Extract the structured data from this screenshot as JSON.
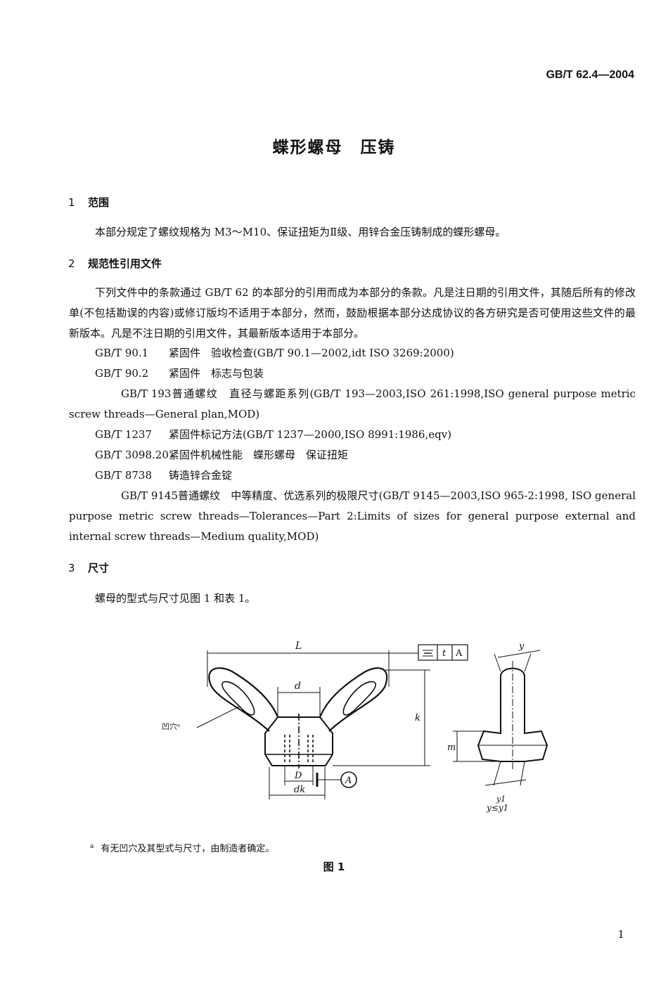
{
  "header": {
    "standard_number": "GB/T 62.4—2004"
  },
  "title": "蝶形螺母　压铸",
  "sections": [
    {
      "number": "1",
      "heading": "范围"
    },
    {
      "number": "2",
      "heading": "规范性引用文件"
    },
    {
      "number": "3",
      "heading": "尺寸"
    }
  ],
  "scope_text": "本部分规定了螺纹规格为 M3～M10、保证扭矩为Ⅱ级、用锌合金压铸制成的蝶形螺母。",
  "refs_intro": "下列文件中的条款通过 GB/T 62 的本部分的引用而成为本部分的条款。凡是注日期的引用文件，其随后所有的修改单(不包括勘误的内容)或修订版均不适用于本部分，然而，鼓励根据本部分达成协议的各方研究是否可使用这些文件的最新版本。凡是不注日期的引用文件，其最新版本适用于本部分。",
  "references": [
    {
      "code": "GB/T 90.1",
      "text": "紧固件　验收检查(GB/T 90.1—2002,idt ISO 3269:2000)"
    },
    {
      "code": "GB/T 90.2",
      "text": "紧固件　标志与包装"
    },
    {
      "code": "GB/T 193",
      "text": "普通螺纹　直径与螺距系列(GB/T 193—2003,ISO 261:1998,ISO general purpose metric screw threads—General plan,MOD)"
    },
    {
      "code": "GB/T 1237",
      "text": "紧固件标记方法(GB/T 1237—2000,ISO 8991:1986,eqv)"
    },
    {
      "code": "GB/T 3098.20",
      "text": "紧固件机械性能　蝶形螺母　保证扭矩"
    },
    {
      "code": "GB/T 8738",
      "text": "铸造锌合金锭"
    },
    {
      "code": "GB/T 9145",
      "text": "普通螺纹　中等精度、优选系列的极限尺寸(GB/T 9145—2003,ISO 965-2:1998, ISO general purpose metric screw threads—Tolerances—Part 2:Limits of sizes for general purpose external and internal screw threads—Medium quality,MOD)"
    }
  ],
  "dimensions_text": "螺母的型式与尺寸见图 1 和表 1。",
  "figure": {
    "labels": {
      "L": "L",
      "d": "d",
      "k": "k",
      "m": "m",
      "D": "D",
      "dk": "dk",
      "y": "y",
      "y1": "y1",
      "datum": "A",
      "recess": "凹穴ᵃ",
      "tol_t": "t",
      "tol_A": "A",
      "condition": "y≤y1"
    }
  },
  "footnote": {
    "mark": "a",
    "text": "有无凹穴及其型式与尺寸，由制造者确定。"
  },
  "figure_caption": "图 1",
  "page_number": "1"
}
